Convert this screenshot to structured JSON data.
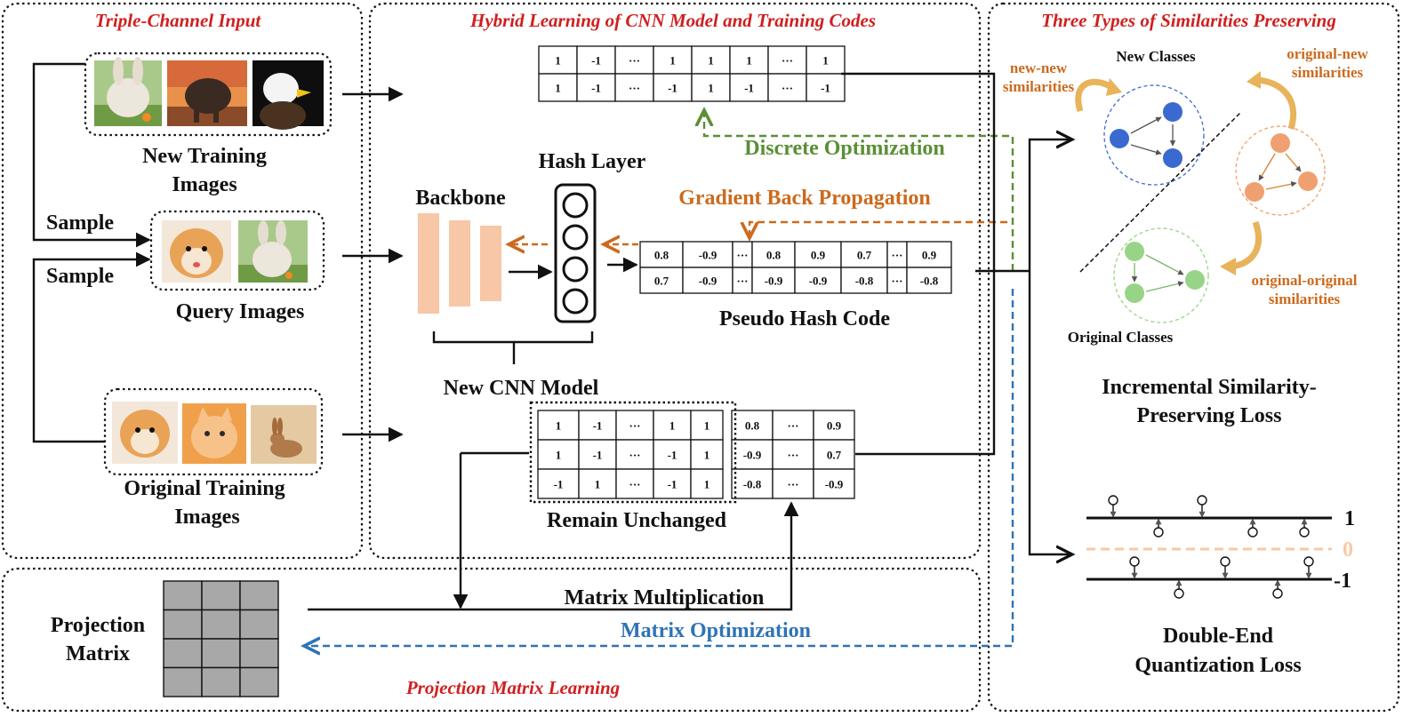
{
  "panels": {
    "input_title": "Triple-Channel Input",
    "hybrid_title": "Hybrid Learning of CNN Model and Training Codes",
    "sim_title": "Three Types of Similarities Preserving",
    "proj_title": "Projection Matrix Learning"
  },
  "input": {
    "new_training_1": "New Training",
    "new_training_2": "Images",
    "sample_1": "Sample",
    "sample_2": "Sample",
    "query": "Query Images",
    "original_training_1": "Original Training",
    "original_training_2": "Images"
  },
  "hybrid": {
    "backbone": "Backbone",
    "hash_layer": "Hash Layer",
    "new_cnn": "New CNN Model",
    "discrete_opt": "Discrete Optimization",
    "gradient_bp": "Gradient Back Propagation",
    "pseudo_hash": "Pseudo Hash Code",
    "remain": "Remain Unchanged",
    "matrix_mult": "Matrix Multiplication",
    "top_codes": [
      [
        "1",
        "-1",
        "···",
        "1",
        "1",
        "1",
        "···",
        "1"
      ],
      [
        "1",
        "-1",
        "···",
        "-1",
        "1",
        "-1",
        "···",
        "-1"
      ]
    ],
    "pseudo_codes": [
      [
        "0.8",
        "-0.9",
        "···",
        "0.8",
        "0.9",
        "0.7",
        "···",
        "0.9"
      ],
      [
        "0.7",
        "-0.9",
        "···",
        "-0.9",
        "-0.9",
        "-0.8",
        "···",
        "-0.8"
      ]
    ],
    "orig_binary": [
      [
        "1",
        "-1",
        "···",
        "1",
        "1"
      ],
      [
        "1",
        "-1",
        "···",
        "-1",
        "1"
      ],
      [
        "-1",
        "1",
        "···",
        "-1",
        "1"
      ]
    ],
    "orig_real": [
      [
        "0.8",
        "···",
        "0.9"
      ],
      [
        "-0.9",
        "···",
        "0.7"
      ],
      [
        "-0.8",
        "···",
        "-0.9"
      ]
    ]
  },
  "projection": {
    "label_1": "Projection",
    "label_2": "Matrix",
    "matrix_opt": "Matrix Optimization"
  },
  "similarity": {
    "new_new_1": "new-new",
    "new_new_2": "similarities",
    "new_classes": "New Classes",
    "orig_new_1": "original-new",
    "orig_new_2": "similarities",
    "orig_orig_1": "original-original",
    "orig_orig_2": "similarities",
    "original_classes": "Original Classes",
    "isp_1": "Incremental Similarity-",
    "isp_2": "Preserving Loss",
    "q_plus": "1",
    "q_zero": "0",
    "q_minus": "-1",
    "dq_1": "Double-End",
    "dq_2": "Quantization Loss"
  },
  "colors": {
    "title_red": "#d01f1f",
    "green": "#5a8f35",
    "orange": "#cc6a1e",
    "blue": "#2f73b5",
    "backbone_fill": "#f7c7a8",
    "new_class": "#3a6ad0",
    "orig_new_class": "#f0a070",
    "orig_class": "#98d487"
  }
}
